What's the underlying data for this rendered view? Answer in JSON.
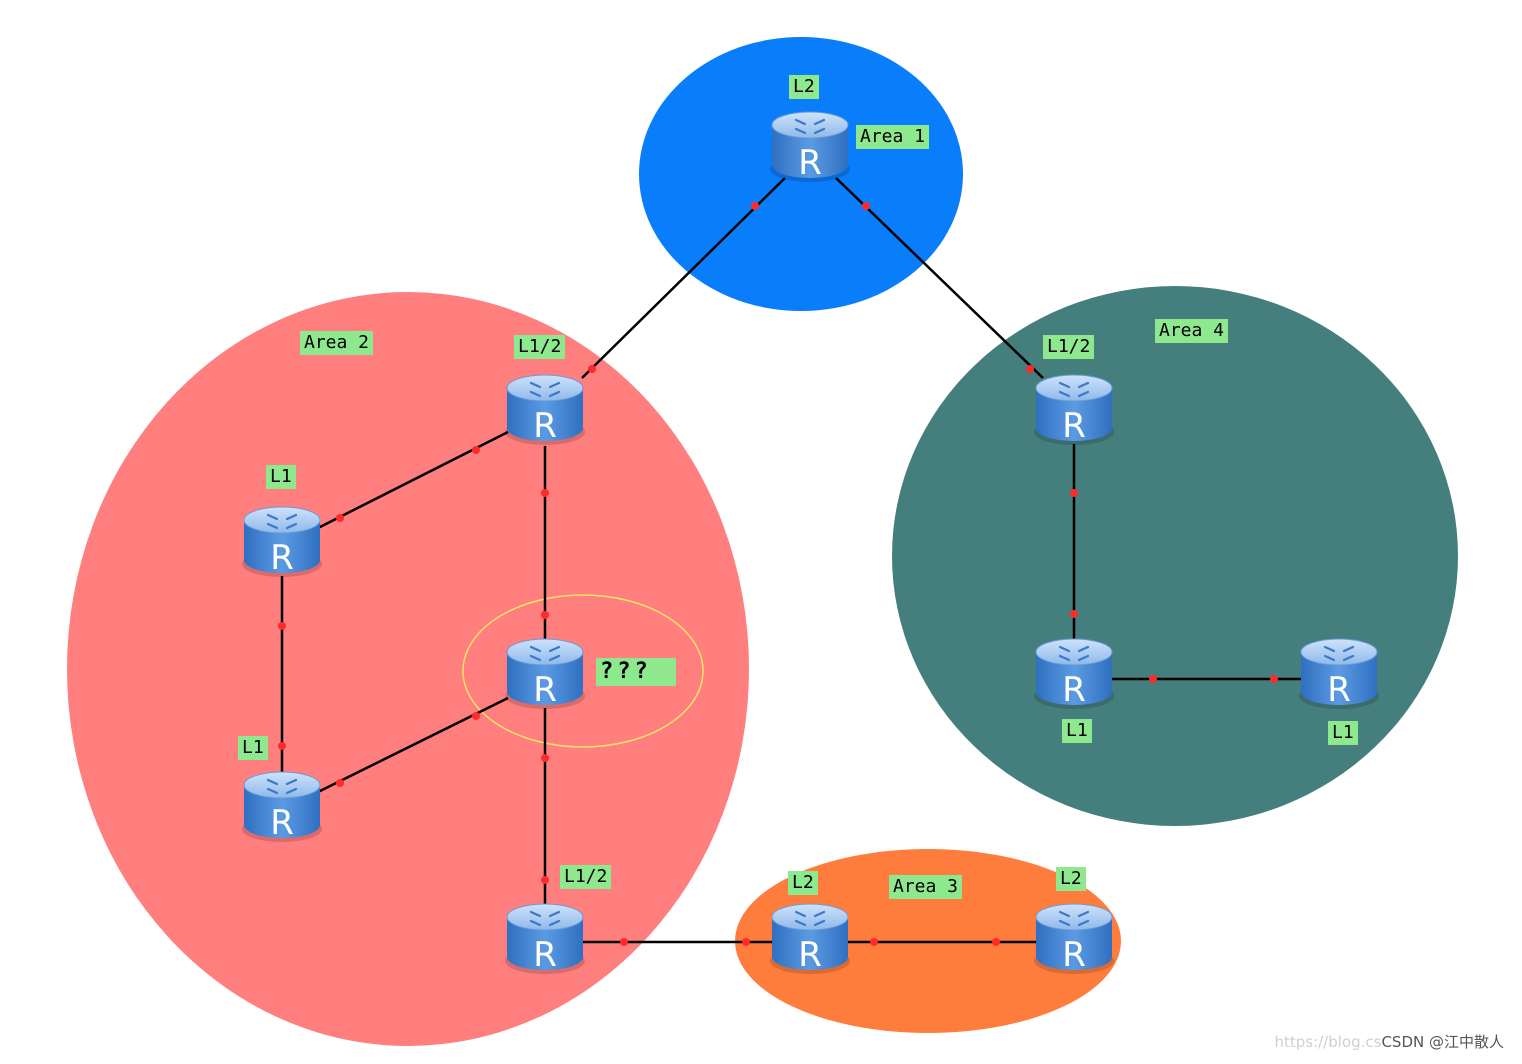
{
  "colors": {
    "area1": "#0a7dfb",
    "area2": "#ff7e7e",
    "area3": "#ff7d3c",
    "area4": "#447f7d",
    "label_bg": "#8ee88e",
    "link": "#000000",
    "port": "#ff2a2a",
    "highlight": "#ffe566"
  },
  "areas": {
    "area1": "Area 1",
    "area2": "Area 2",
    "area3": "Area 3",
    "area4": "Area 4"
  },
  "router_icon": "router-icon",
  "router_glyph": "R",
  "labels": {
    "a1_top": "L2",
    "a2_top": "L1/2",
    "a2_left_top": "L1",
    "a2_left_bottom": "L1",
    "a2_unknown": "???",
    "a2_bottom": "L1/2",
    "a3_left": "L2",
    "a3_right": "L2",
    "a4_top": "L1/2",
    "a4_bottom_left": "L1",
    "a4_bottom_right": "L1"
  },
  "watermark": {
    "url": "https://blog.cs",
    "brand": "CSDN @江中散人"
  }
}
